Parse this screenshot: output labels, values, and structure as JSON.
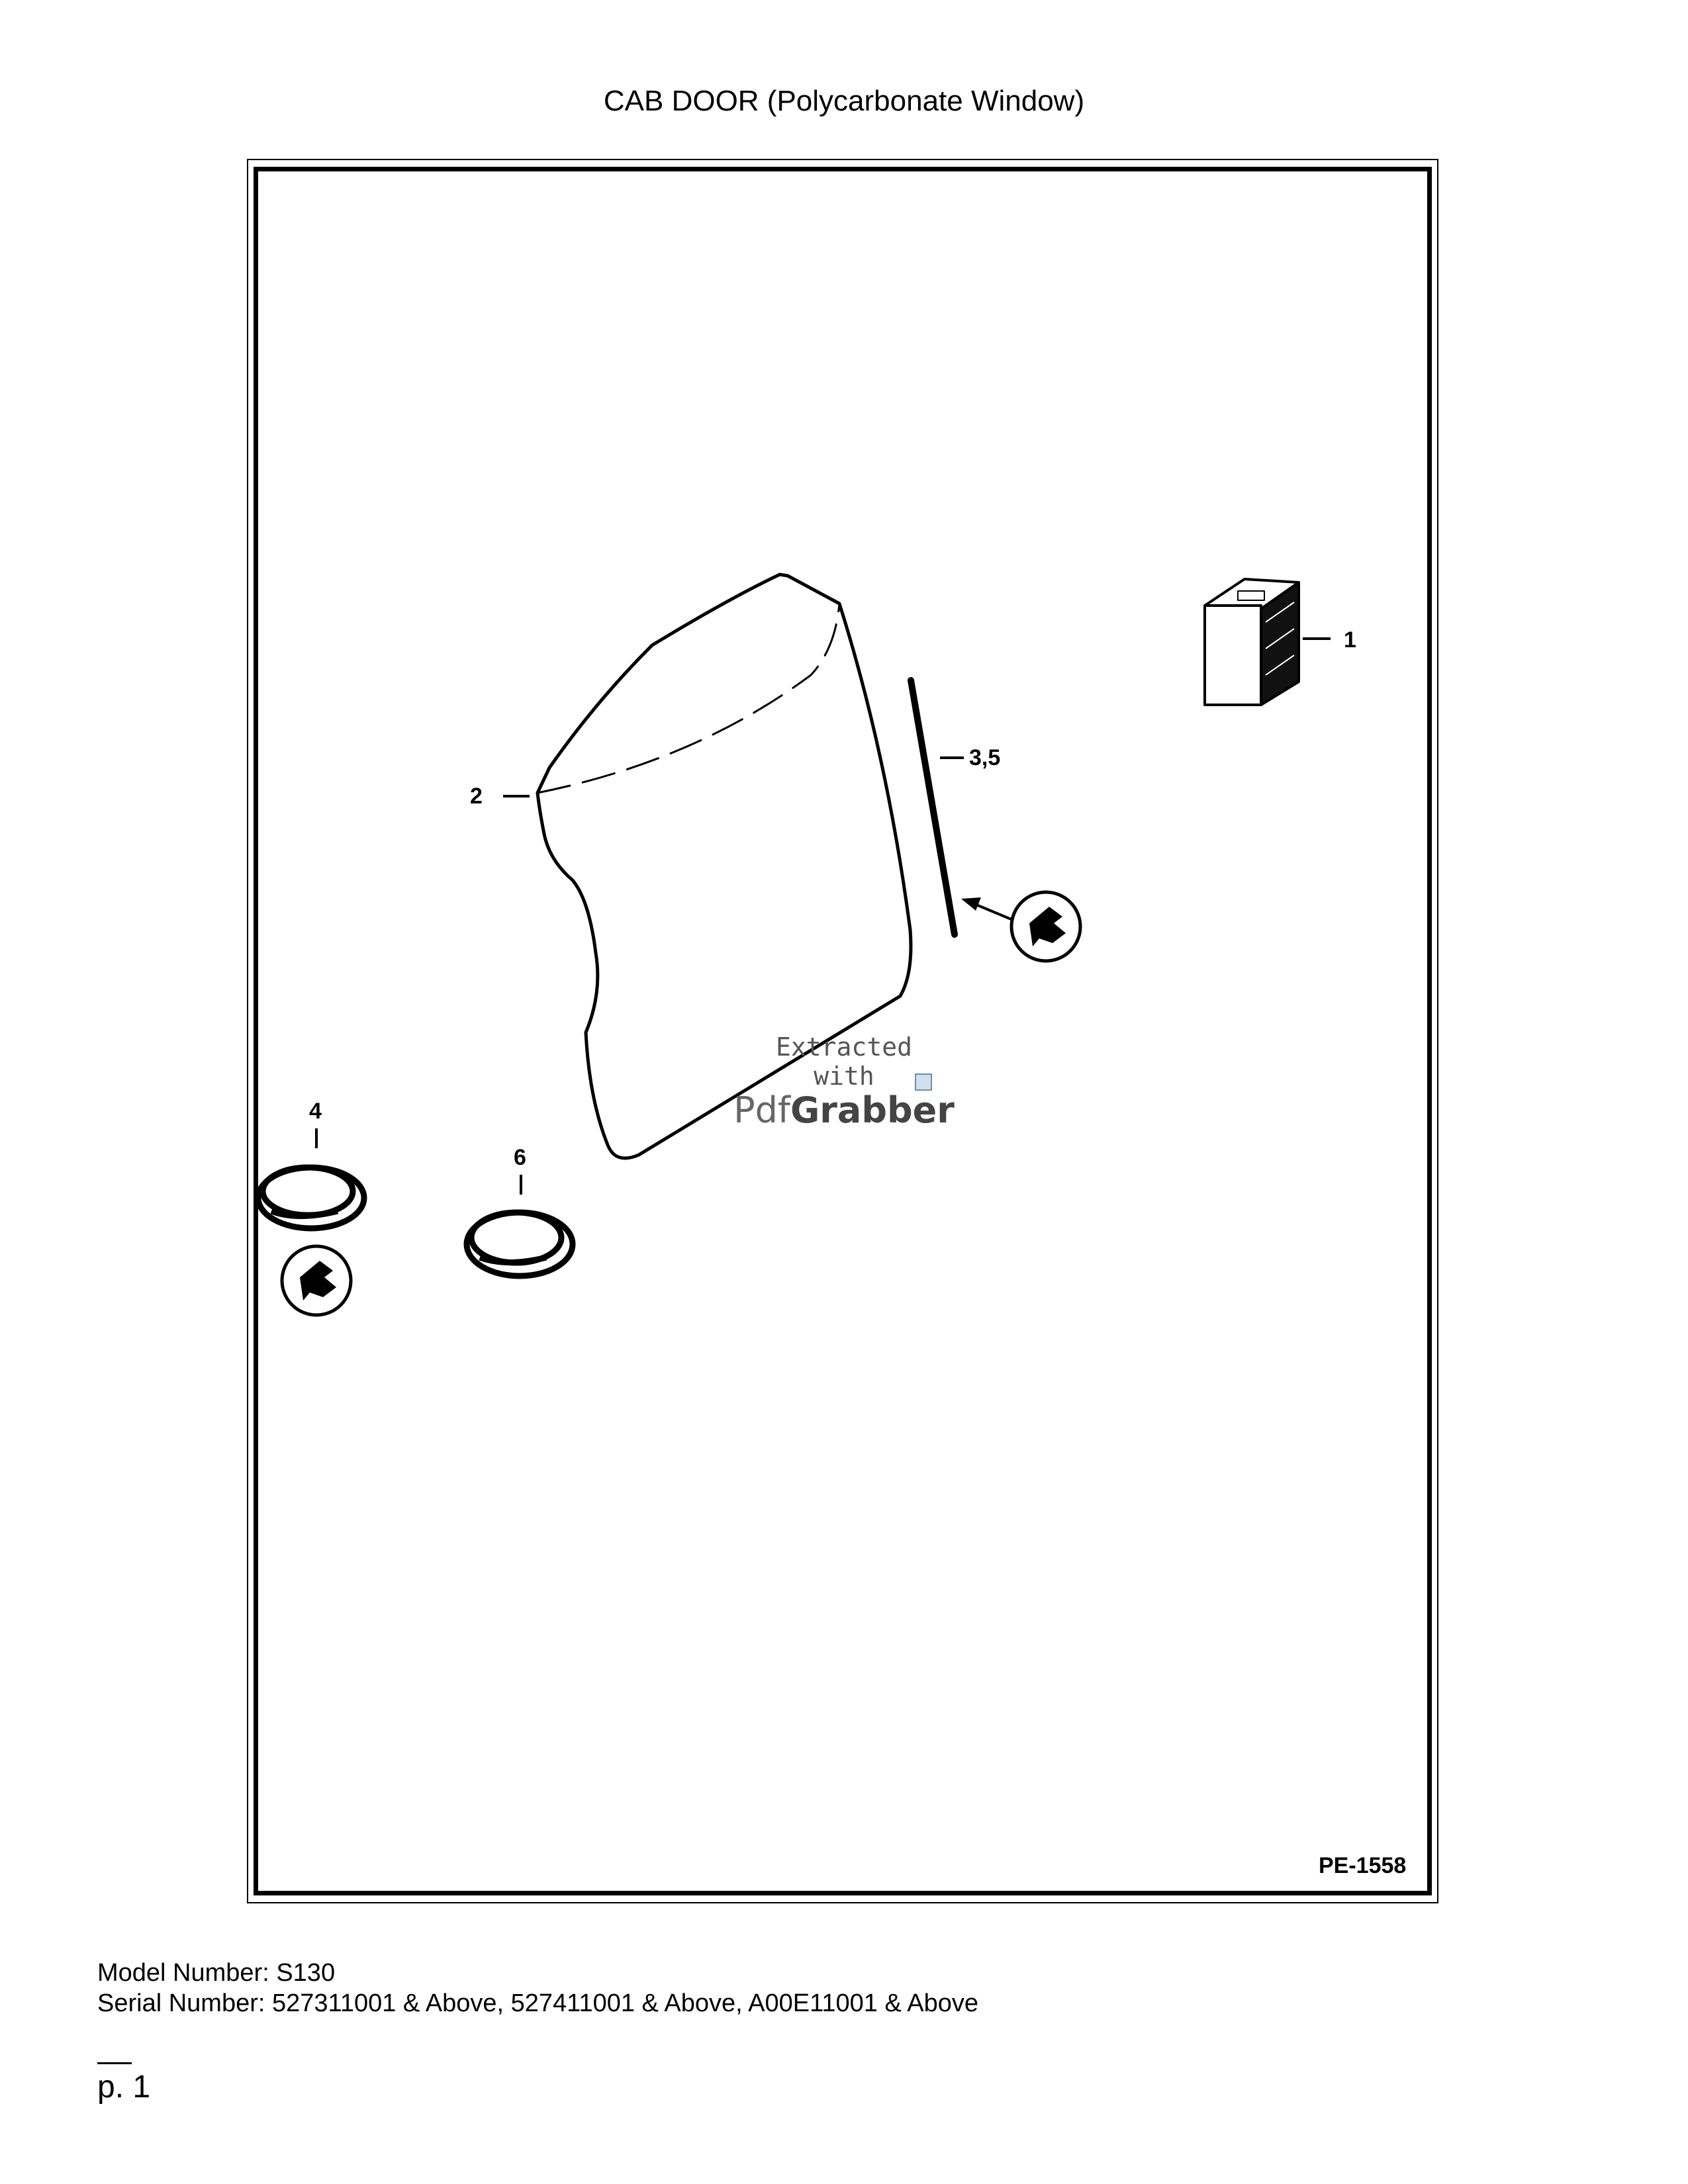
{
  "page": {
    "title": "CAB DOOR (Polycarbonate Window)",
    "page_number": "p. 1"
  },
  "figure": {
    "drawing_id": "PE-1558",
    "callouts": {
      "item_1": "1",
      "item_2": "2",
      "item_3_5": "3,5",
      "item_4": "4",
      "item_6": "6"
    },
    "icons": [
      "polycarbonate-door-panel",
      "adhesive-cartridge",
      "seal-strip",
      "gasket-coil",
      "adhesive-symbol-icon"
    ]
  },
  "watermark": {
    "line1": "Extracted",
    "line2": "with",
    "brand_light": "Pdf",
    "brand_bold": "Grabber"
  },
  "info": {
    "model_label": "Model Number:",
    "model_value": "S130",
    "serial_label": "Serial Number:",
    "serial_value": "527311001 & Above, 527411001 & Above, A00E11001 & Above"
  }
}
